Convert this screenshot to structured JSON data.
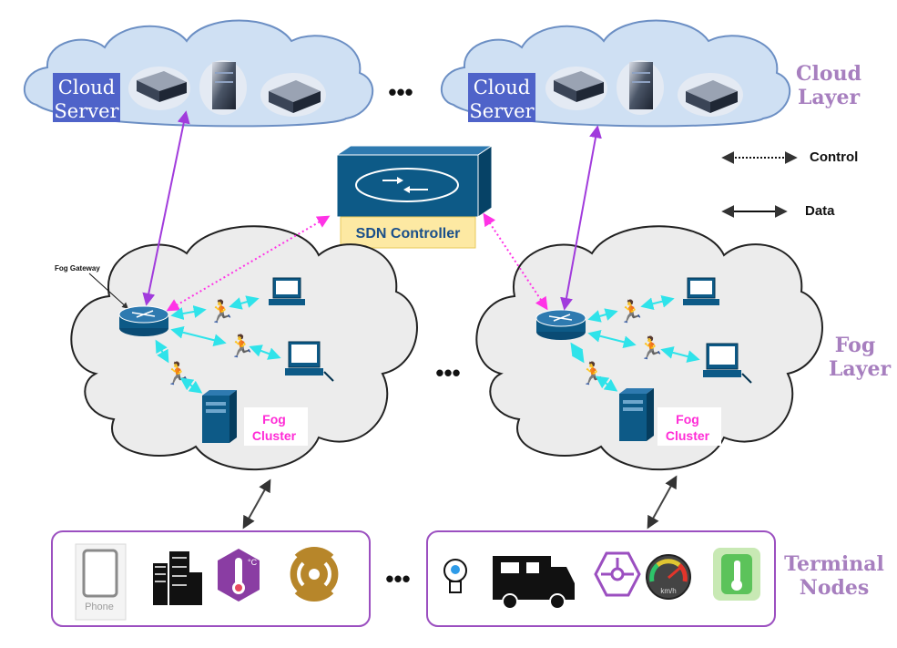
{
  "layers": {
    "cloud": "Cloud\nLayer",
    "fog": "Fog\nLayer",
    "terminal": "Terminal\nNodes"
  },
  "cloud_server_label": [
    "Cloud",
    "Server"
  ],
  "sdn_controller_label": "SDN Controller",
  "fog_gateway_label": "Fog Gateway",
  "fog_cluster_label": [
    "Fog",
    "Cluster"
  ],
  "legend": {
    "control": "Control",
    "data": "Data"
  },
  "ellipsis": "•••",
  "phone_caption": "Phone",
  "speedometer_caption": "km/h",
  "colors": {
    "cloud_fill": "#cfe0f3",
    "cloud_stroke": "#6c8fc4",
    "fog_fill": "#ececec",
    "fog_stroke": "#222222",
    "purple": "#a13bdc",
    "cyan": "#2fe3ea",
    "magenta": "#ff33e6",
    "device_blue": "#0d5a87",
    "terminal_border": "#9b4fc0",
    "layer_label": "#a77fbf"
  },
  "icons": {
    "cloud_servers": [
      "server-rack-icon",
      "server-tower-icon",
      "server-node-icon"
    ],
    "fog_devices": [
      "router-icon",
      "switch-icon",
      "desktop-icon",
      "workstation-icon",
      "server-cluster-icon"
    ],
    "terminal_left": [
      "phone-icon",
      "building-icon",
      "thermometer-hexagon-icon",
      "wireless-signal-icon"
    ],
    "terminal_right": [
      "lightbulb-icon",
      "camper-van-icon",
      "sensor-hexagon-icon",
      "speedometer-icon",
      "thermometer-tile-icon"
    ]
  }
}
